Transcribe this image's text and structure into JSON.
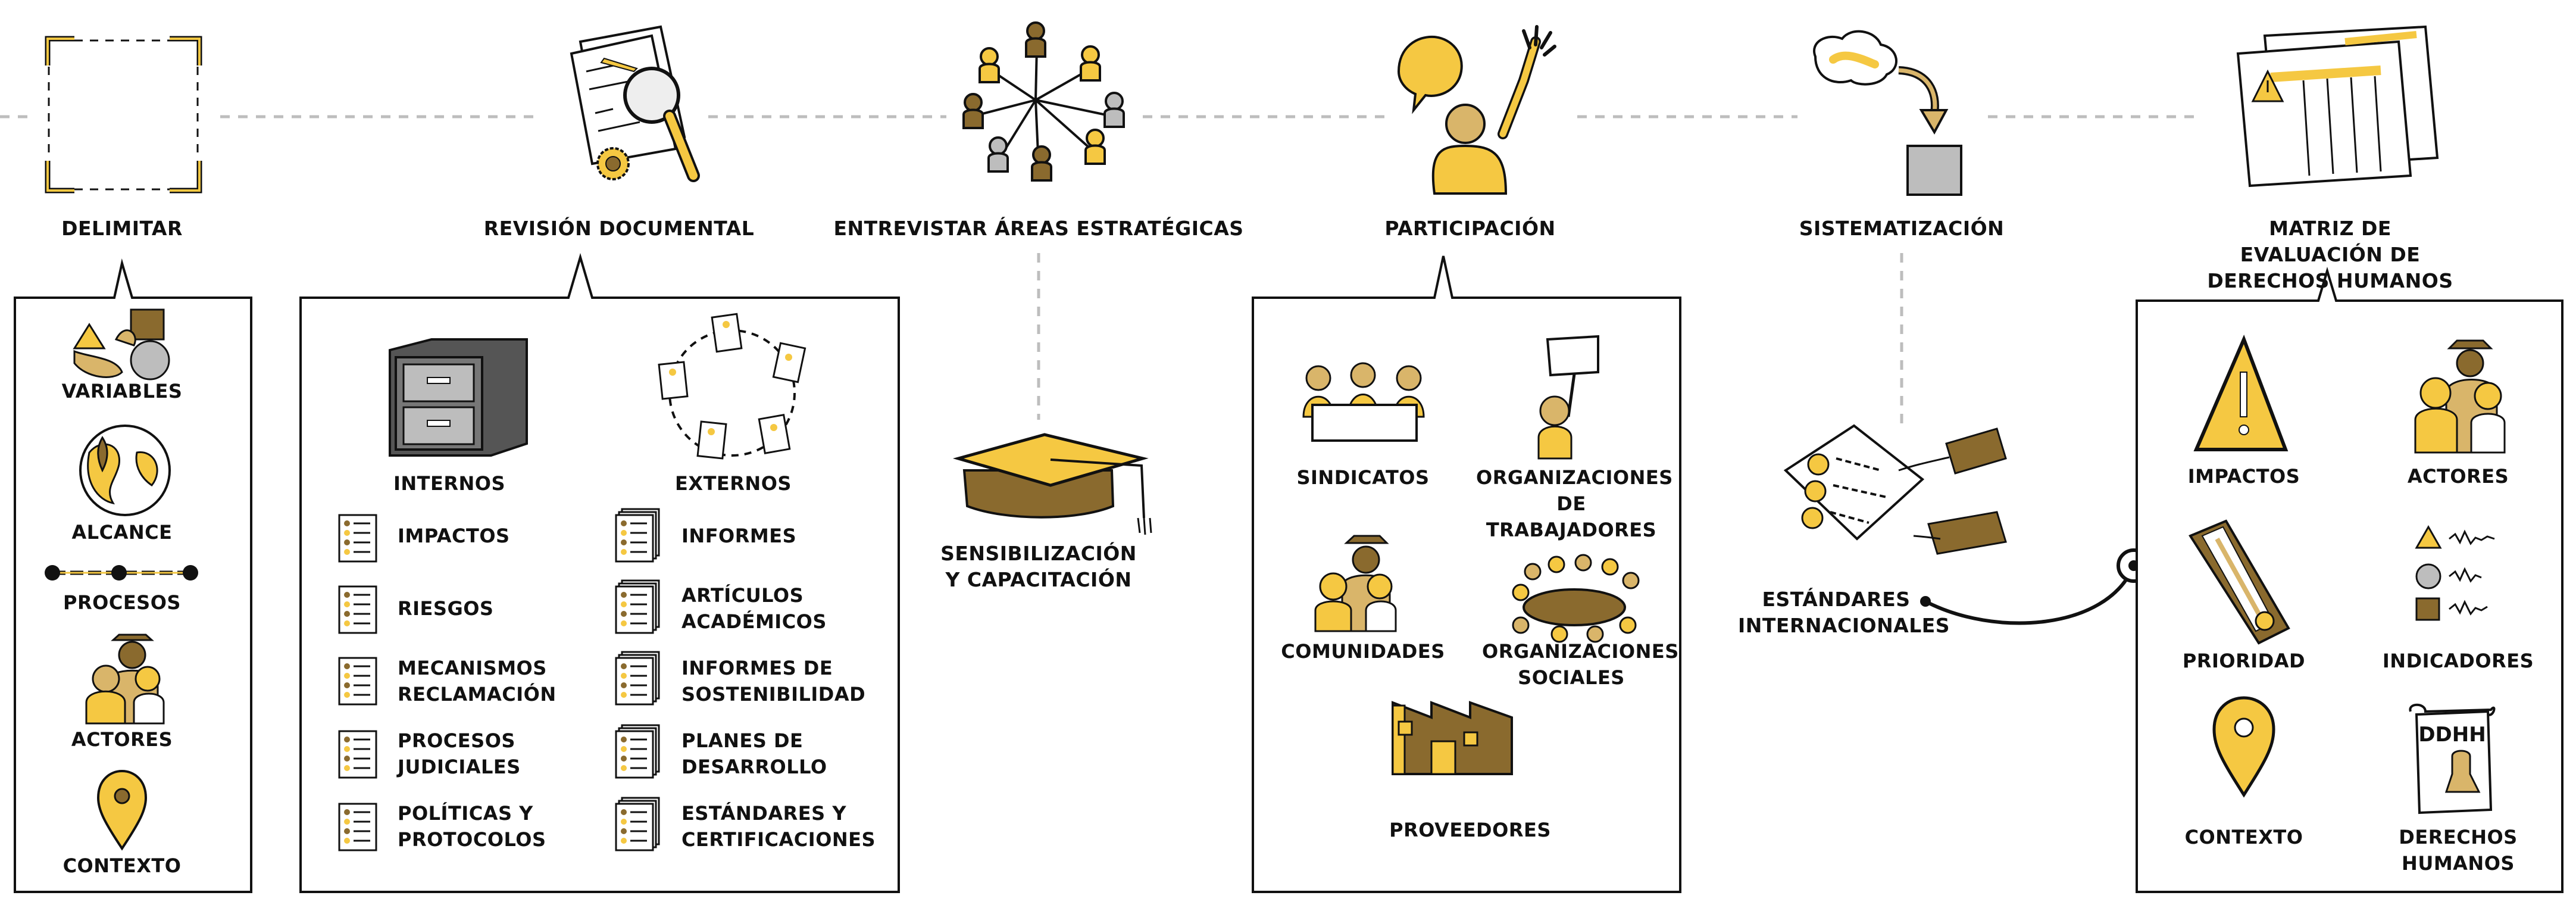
{
  "steps": [
    {
      "title": "DELIMITAR",
      "items": [
        "VARIABLES",
        "ALCANCE",
        "PROCESOS",
        "ACTORES",
        "CONTEXTO"
      ]
    },
    {
      "title": "REVISIÓN DOCUMENTAL",
      "internal_title": "INTERNOS",
      "external_title": "EXTERNOS",
      "internal": [
        "IMPACTOS",
        "RIESGOS",
        "MECANISMOS RECLAMACIÓN",
        "PROCESOS JUDICIALES",
        "POLÍTICAS Y PROTOCOLOS"
      ],
      "external": [
        "INFORMES",
        "ARTÍCULOS ACADÉMICOS",
        "INFORMES DE SOSTENIBILIDAD",
        "PLANES DE DESARROLLO",
        "ESTÁNDARES Y CERTIFICACIONES"
      ]
    },
    {
      "title": "ENTREVISTAR ÁREAS ESTRATÉGICAS",
      "sub": "SENSIBILIZACIÓN Y CAPACITACIÓN"
    },
    {
      "title": "PARTICIPACIÓN",
      "items": [
        "SINDICATOS",
        "ORGANIZACIONES DE TRABAJADORES",
        "COMUNIDADES",
        "ORGANIZACIONES SOCIALES",
        "PROVEEDORES"
      ]
    },
    {
      "title": "SISTEMATIZACIÓN",
      "sub": "ESTÁNDARES INTERNACIONALES"
    },
    {
      "title": "MATRIZ DE EVALUACIÓN DE DERECHOS HUMANOS",
      "items": [
        "IMPACTOS",
        "ACTORES",
        "PRIORIDAD",
        "INDICADORES",
        "CONTEXTO",
        "DERECHOS HUMANOS"
      ],
      "doc_text": "DDHH"
    }
  ],
  "colors": {
    "accent": "#F5C842",
    "brown": "#8A6A2E",
    "gray": "#BDBDBD",
    "ink": "#111111"
  }
}
